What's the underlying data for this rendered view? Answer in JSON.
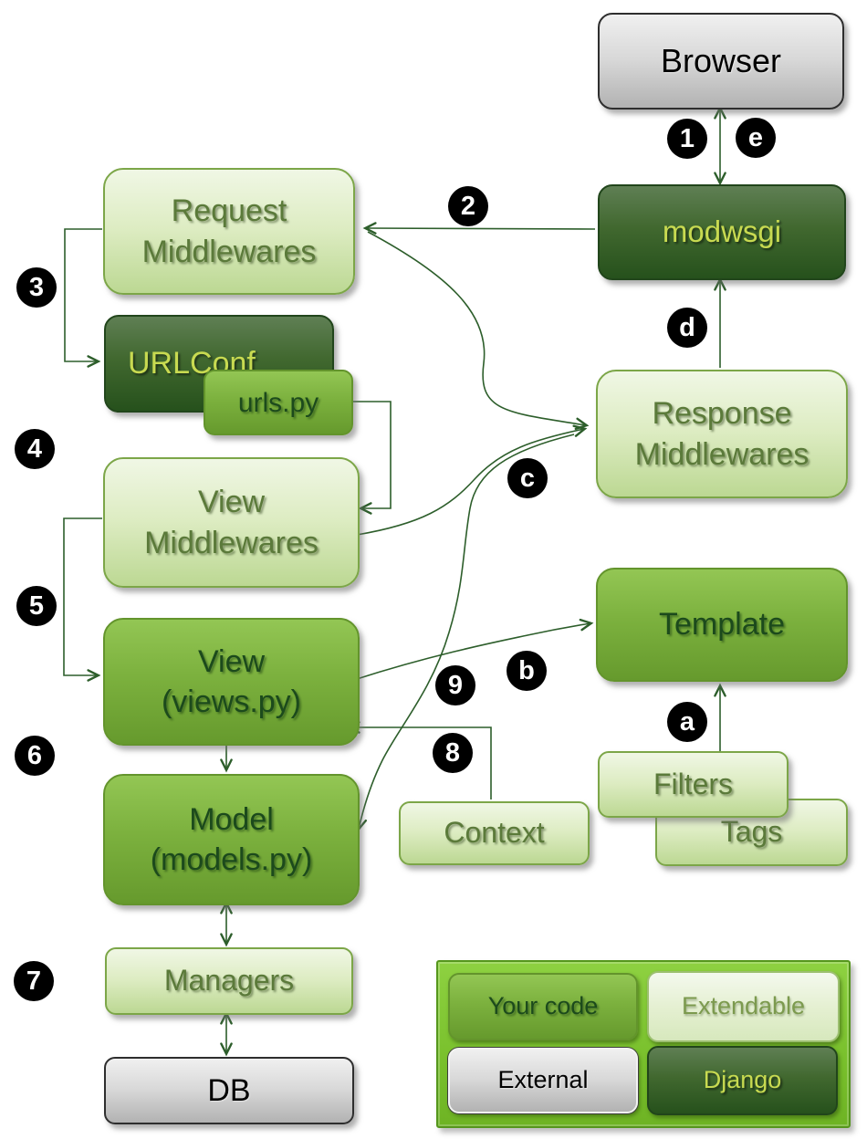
{
  "diagram": {
    "title_hint": "Django request/response cycle diagram",
    "nodes": {
      "browser": {
        "label": "Browser"
      },
      "modwsgi": {
        "label": "modwsgi"
      },
      "request_mw": {
        "line1": "Request",
        "line2": "Middlewares"
      },
      "urlconf": {
        "label": "URLConf"
      },
      "urls_py": {
        "label": "urls.py"
      },
      "view_mw": {
        "line1": "View",
        "line2": "Middlewares"
      },
      "view": {
        "line1": "View",
        "line2": "(views.py)"
      },
      "model": {
        "line1": "Model",
        "line2": "(models.py)"
      },
      "managers": {
        "label": "Managers"
      },
      "db": {
        "label": "DB"
      },
      "response_mw": {
        "line1": "Response",
        "line2": "Middlewares"
      },
      "template": {
        "label": "Template"
      },
      "filters": {
        "label": "Filters"
      },
      "tags": {
        "label": "Tags"
      },
      "context": {
        "label": "Context"
      }
    },
    "badges": {
      "n1": "1",
      "n2": "2",
      "n3": "3",
      "n4": "4",
      "n5": "5",
      "n6": "6",
      "n7": "7",
      "n8": "8",
      "n9": "9",
      "a": "a",
      "b": "b",
      "c": "c",
      "d": "d",
      "e": "e"
    },
    "legend": {
      "your_code": "Your code",
      "extendable": "Extendable",
      "external": "External",
      "django": "Django"
    },
    "colors": {
      "light_box": "#ddecc2",
      "medium_box": "#7cb13e",
      "dark_box": "#41682f",
      "gray_box": "#d8d8d8",
      "legend_bg": "#79c02c",
      "connector": "#2d5e2b",
      "badge_bg": "#000000",
      "badge_text": "#ffffff",
      "dark_box_text": "#c8da51",
      "medium_box_text": "#1c4a1c",
      "light_box_text": "#5b7a3a"
    }
  }
}
